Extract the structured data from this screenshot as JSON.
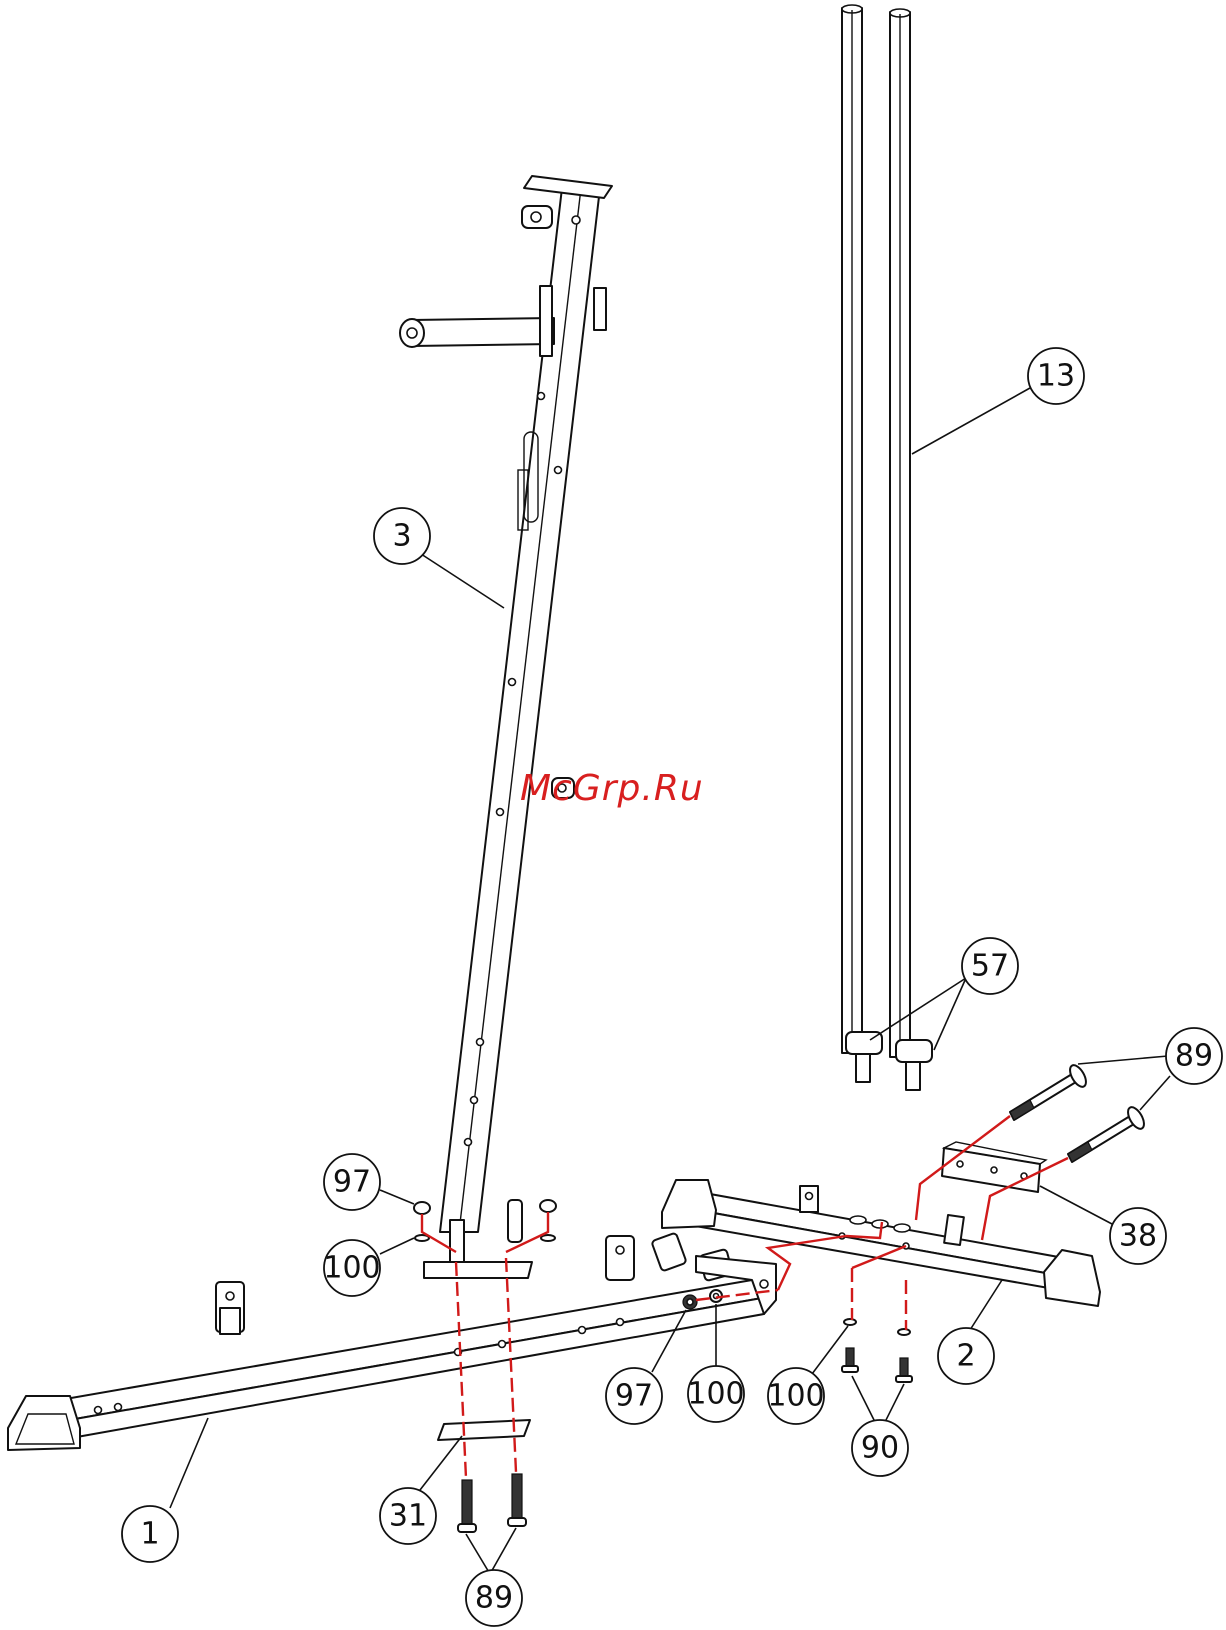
{
  "watermark": "McGrp.Ru",
  "colors": {
    "line": "#111111",
    "axis": "#d11a1a",
    "watermark": "#d81f1f"
  },
  "callouts": {
    "c1": "1",
    "c2": "2",
    "c3": "3",
    "c13": "13",
    "c31": "31",
    "c38": "38",
    "c57": "57",
    "c89_top": "89",
    "c89_bottom": "89",
    "c90": "90",
    "c97_left": "97",
    "c97_mid": "97",
    "c100_left": "100",
    "c100_mid": "100",
    "c100_right": "100"
  }
}
